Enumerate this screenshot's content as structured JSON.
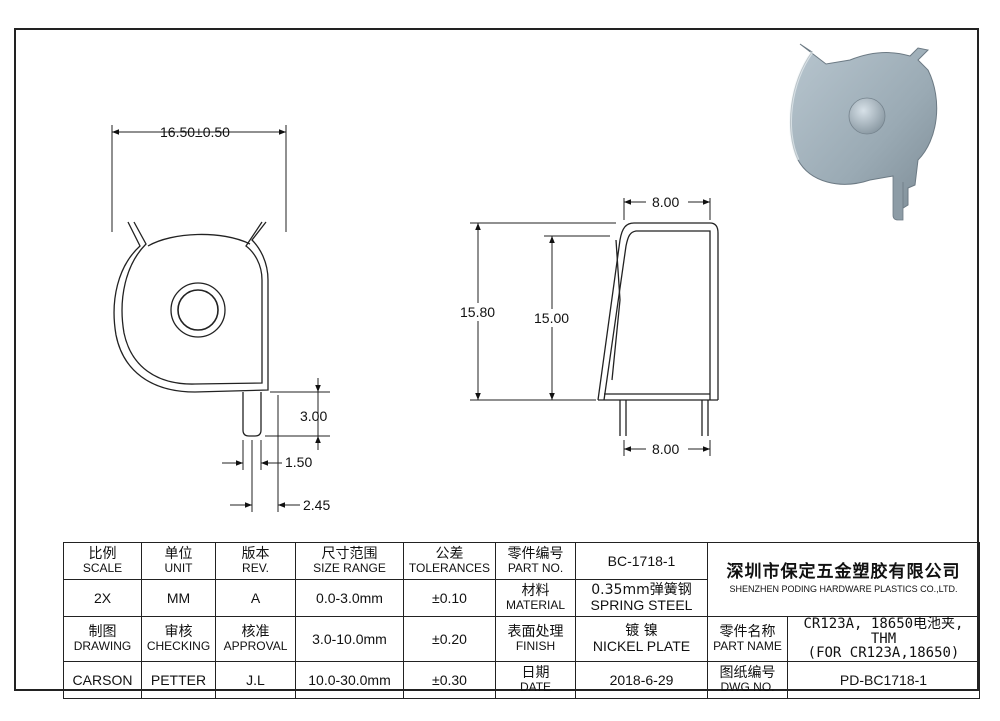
{
  "dimensions": {
    "width": "16.50±0.50",
    "height_outer": "15.80",
    "height_inner": "15.00",
    "top_width": "8.00",
    "bottom_width": "8.00",
    "pin_length": "3.00",
    "pin_width": "1.50",
    "pin_offset": "2.45"
  },
  "title_block": {
    "headers": [
      {
        "zh": "比例",
        "en": "SCALE"
      },
      {
        "zh": "单位",
        "en": "UNIT"
      },
      {
        "zh": "版本",
        "en": "REV."
      },
      {
        "zh": "尺寸范围",
        "en": "SIZE RANGE"
      },
      {
        "zh": "公差",
        "en": "TOLERANCES"
      },
      {
        "zh": "零件编号",
        "en": "PART NO."
      }
    ],
    "part_no": "BC-1718-1",
    "company_zh": "深圳市保定五金塑胶有限公司",
    "company_en": "SHENZHEN PODING HARDWARE PLASTICS CO.,LTD.",
    "scale": "2X",
    "unit": "MM",
    "rev": "A",
    "range1": "0.0-3.0mm",
    "tol1": "±0.10",
    "material_label": {
      "zh": "材料",
      "en": "MATERIAL"
    },
    "material": {
      "zh": "0.35mm弹簧钢",
      "en": "SPRING STEEL"
    },
    "drawing_label": {
      "zh": "制图",
      "en": "DRAWING"
    },
    "checking_label": {
      "zh": "审核",
      "en": "CHECKING"
    },
    "approval_label": {
      "zh": "核准",
      "en": "APPROVAL"
    },
    "range2": "3.0-10.0mm",
    "tol2": "±0.20",
    "finish_label": {
      "zh": "表面处理",
      "en": "FINISH"
    },
    "finish": {
      "zh": "镀 镍",
      "en": "NICKEL PLATE"
    },
    "part_name_label": {
      "zh": "零件名称",
      "en": "PART NAME"
    },
    "part_name_line1": "CR123A, 18650电池夹, THM",
    "part_name_line2": "(FOR CR123A,18650)",
    "drawer": "CARSON",
    "checker": "PETTER",
    "approver": "J.L",
    "range3": "10.0-30.0mm",
    "tol3": "±0.30",
    "date_label": {
      "zh": "日期",
      "en": "DATE"
    },
    "date": "2018-6-29",
    "dwg_label": {
      "zh": "图纸编号",
      "en": "DWG NO."
    },
    "dwg_no": "PD-BC1718-1"
  }
}
